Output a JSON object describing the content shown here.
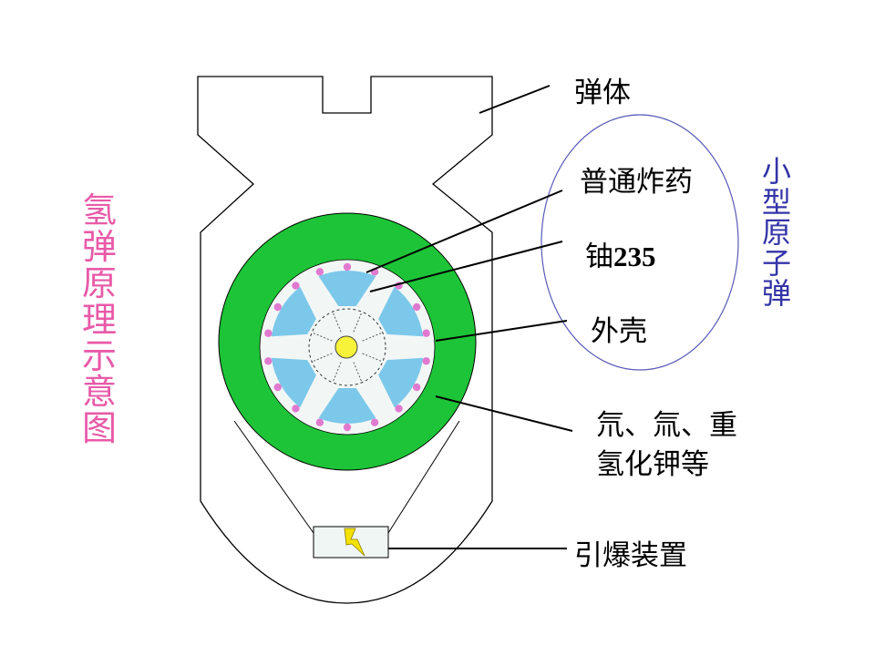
{
  "title_vertical": "氢弹原理示意图",
  "sub_title_vertical": "小型原子弹",
  "labels": {
    "shell": "弹体",
    "explosive": "普通炸药",
    "uranium_prefix": "铀",
    "uranium_number": "235",
    "casing": "外壳",
    "fuel_line1": "氘、氚、重",
    "fuel_line2": "氢化钾等",
    "detonator": "引爆装置"
  },
  "colors": {
    "title": "#e85aa8",
    "sub_title": "#3434a8",
    "casing_green": "#1dc437",
    "wedges_blue": "#7cc8ea",
    "dots_pink": "#e07ad0",
    "core_yellow": "#f7f23a",
    "ellipse": "#5a5ab8"
  },
  "icons": {
    "detonator": "lightning-icon"
  }
}
